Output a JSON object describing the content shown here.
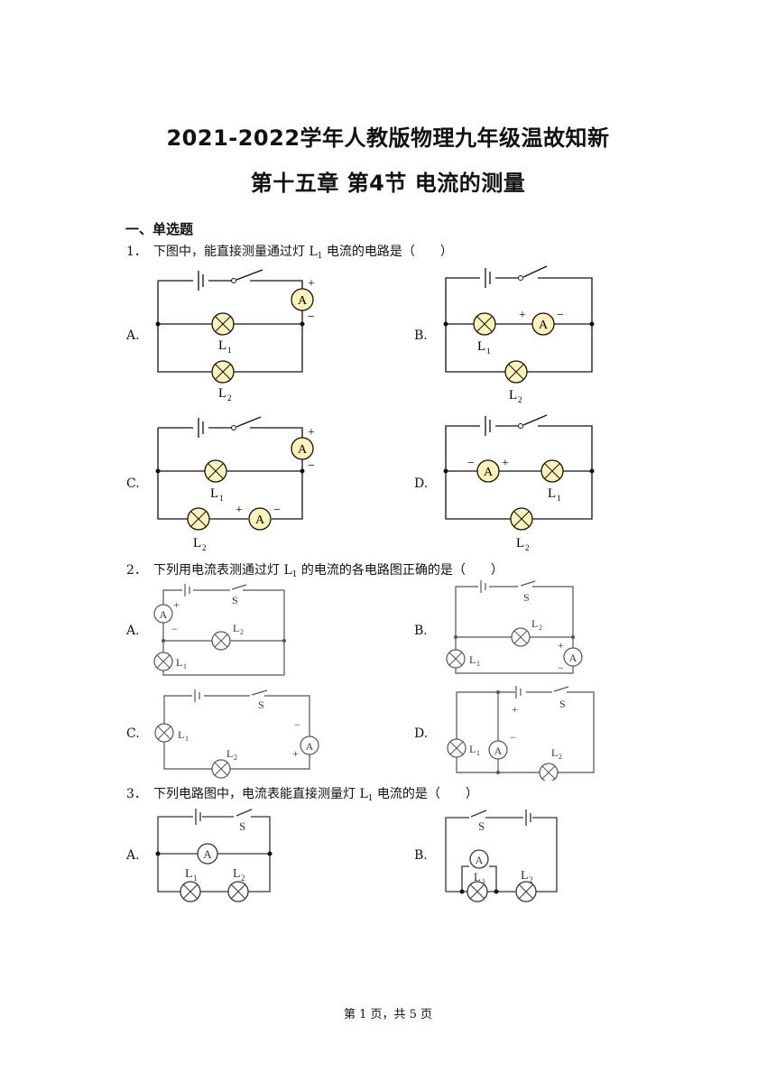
{
  "header": {
    "title": "2021-2022学年人教版物理九年级温故知新",
    "subtitle": "第十五章 第4节 电流的测量"
  },
  "section": "一、单选题",
  "questions": [
    {
      "num": "1．",
      "pre": "下图中，能直接测量通过灯 L",
      "sub": "1",
      "post": " 电流的电路是（　　）",
      "options": [
        "A.",
        "B.",
        "C.",
        "D."
      ]
    },
    {
      "num": "2．",
      "pre": "下列用电流表测通过灯 L",
      "sub": "1",
      "post": " 的电流的各电路图正确的是（　　）",
      "options": [
        "A.",
        "B.",
        "C.",
        "D."
      ]
    },
    {
      "num": "3．",
      "pre": "下列电路图中，电流表能直接测量灯 L",
      "sub": "1",
      "post": " 电流的是（　　）",
      "options": [
        "A.",
        "B."
      ]
    }
  ],
  "labels": {
    "ammeter": "A",
    "switch": "S",
    "lamp1": "L",
    "lamp2": "L",
    "sub1": "1",
    "sub2": "2",
    "plus": "+",
    "minus": "−"
  },
  "footer": "第 1 页，共 5 页"
}
